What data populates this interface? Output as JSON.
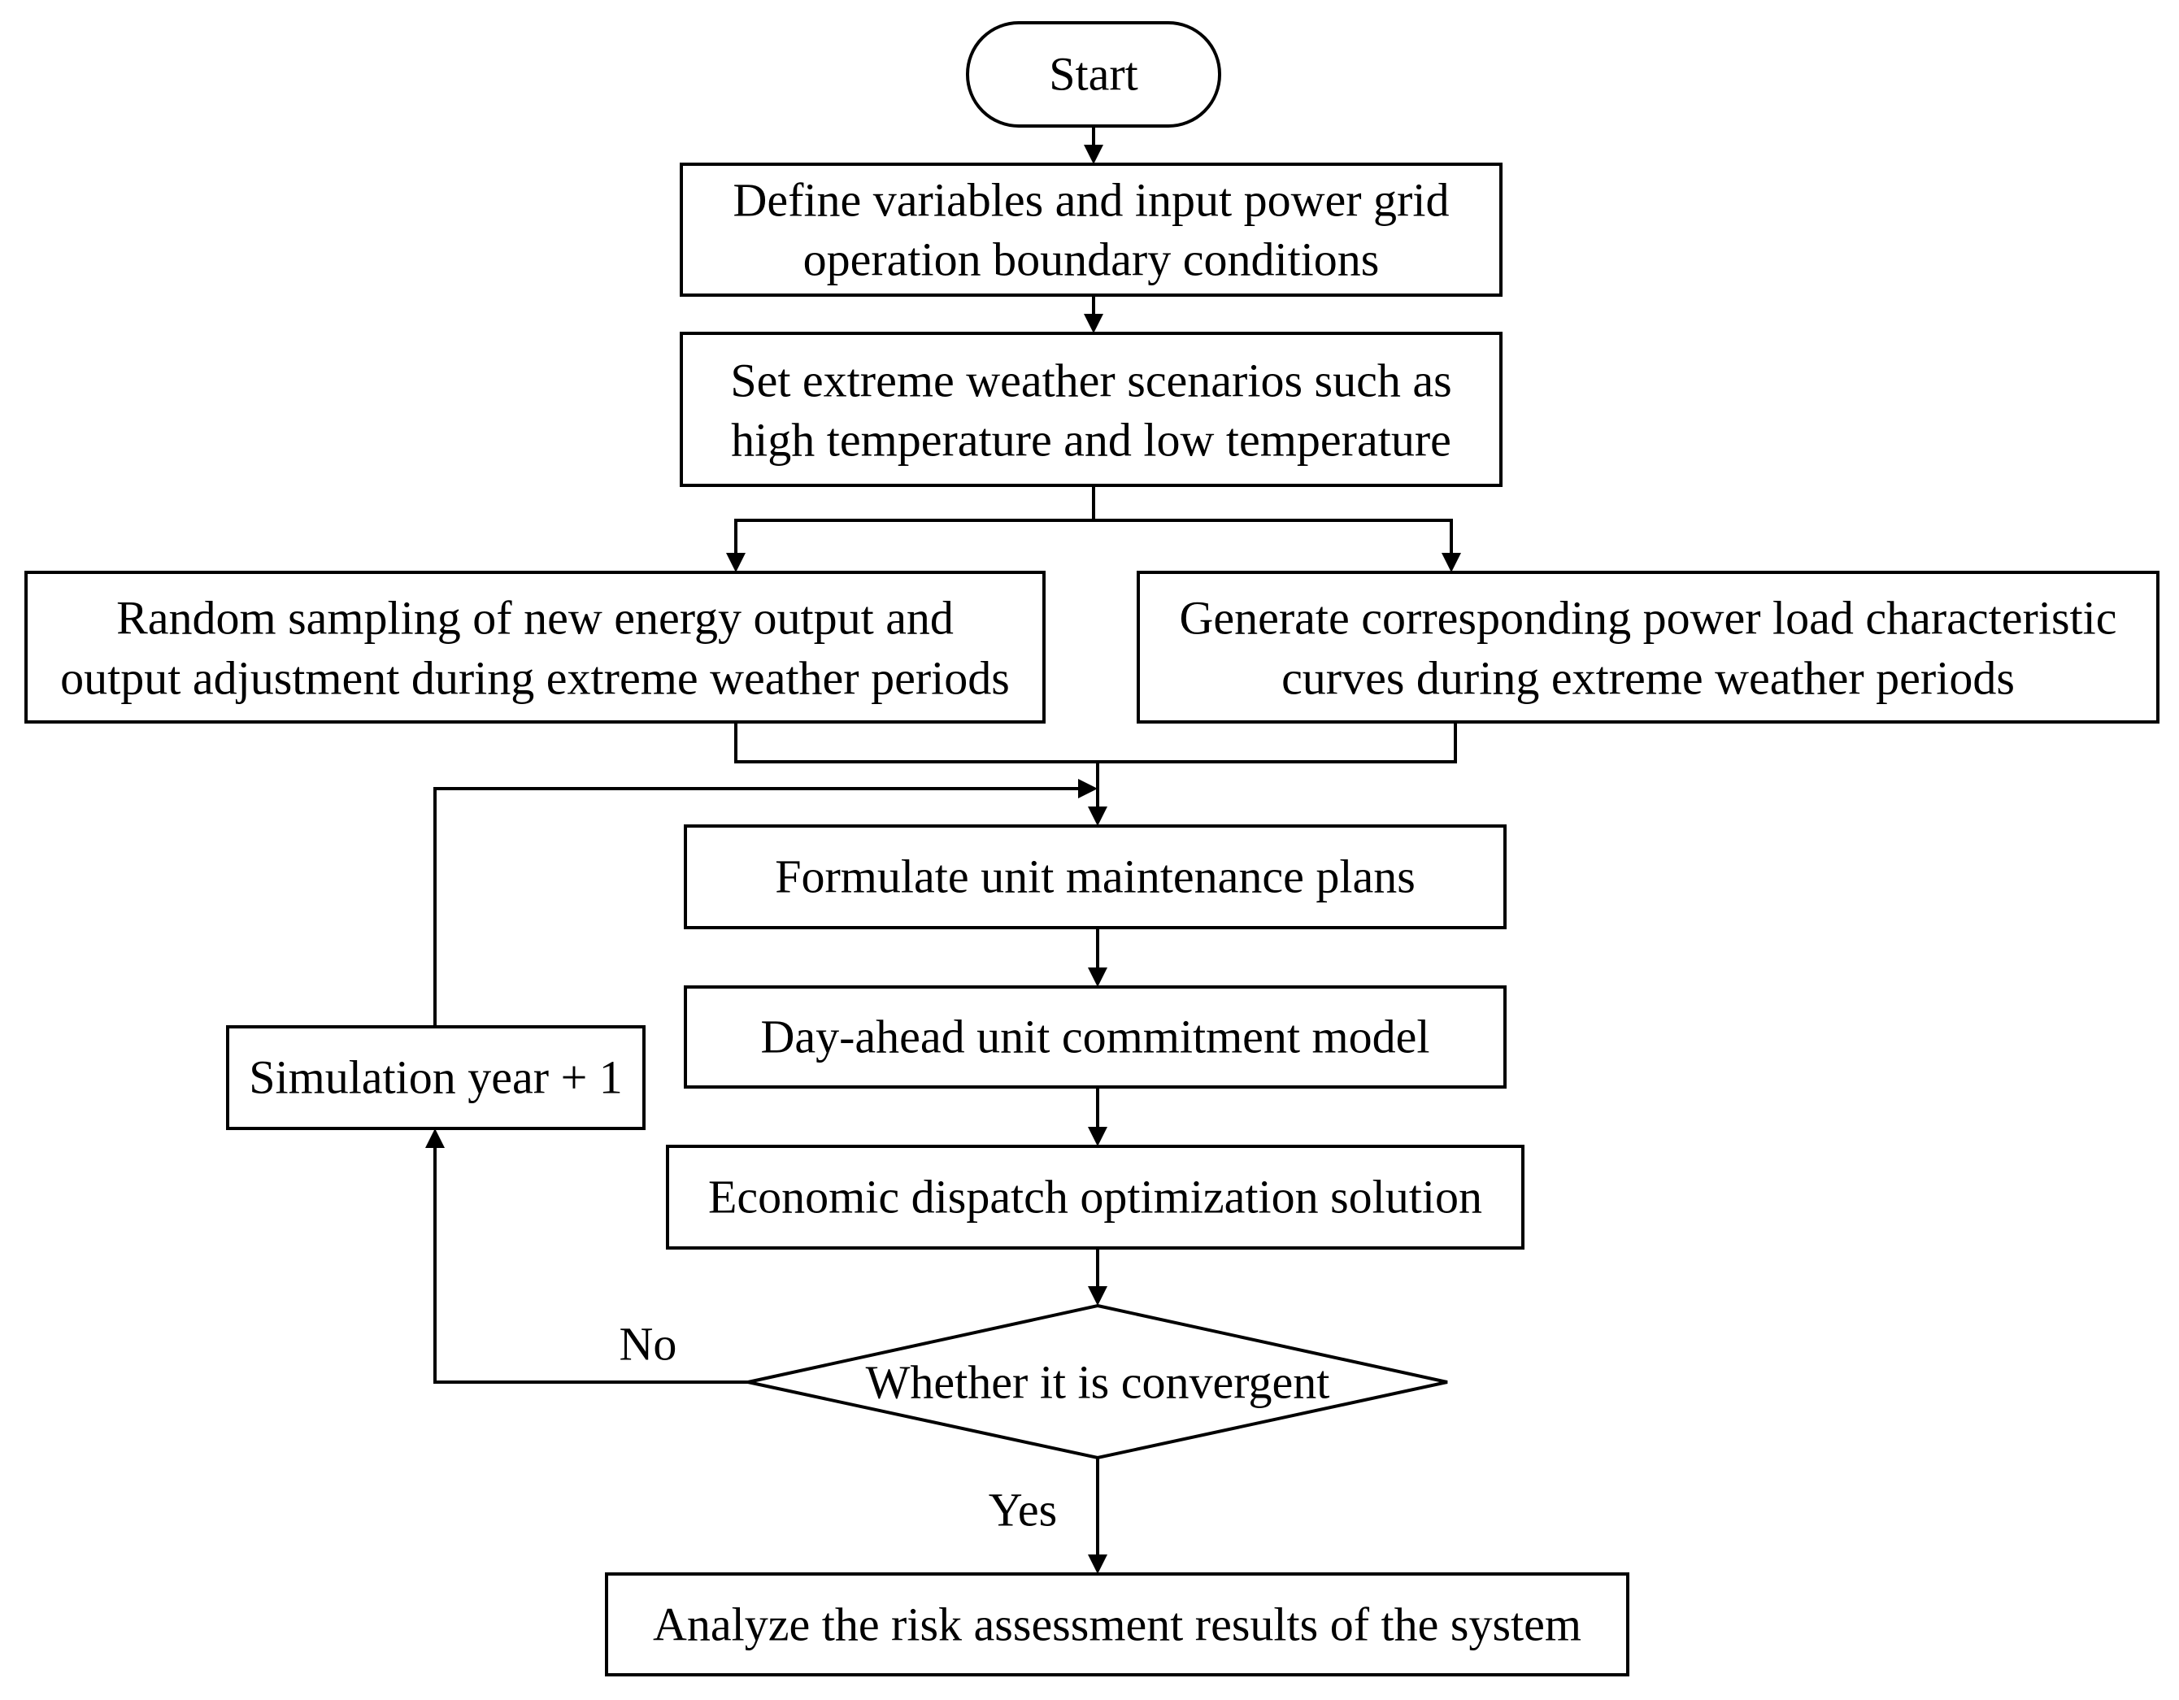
{
  "flowchart": {
    "start": "Start",
    "define_variables": {
      "line1": "Define variables and input power grid",
      "line2": "operation boundary conditions"
    },
    "set_scenarios": {
      "line1": "Set extreme weather scenarios such as",
      "line2": "high temperature and low temperature"
    },
    "random_sampling": {
      "line1": "Random sampling of new energy output and",
      "line2": "output adjustment during extreme weather periods"
    },
    "load_curves": {
      "line1": "Generate corresponding power load characteristic",
      "line2": "curves during extreme weather periods"
    },
    "maintenance_plans": "Formulate unit maintenance plans",
    "unit_commitment": "Day-ahead unit commitment model",
    "economic_dispatch": "Economic dispatch optimization solution",
    "convergence_check": "Whether it is convergent",
    "simulation_year": "Simulation year + 1",
    "analyze_results": "Analyze the risk assessment results of the system",
    "no_label": "No",
    "yes_label": "Yes"
  }
}
